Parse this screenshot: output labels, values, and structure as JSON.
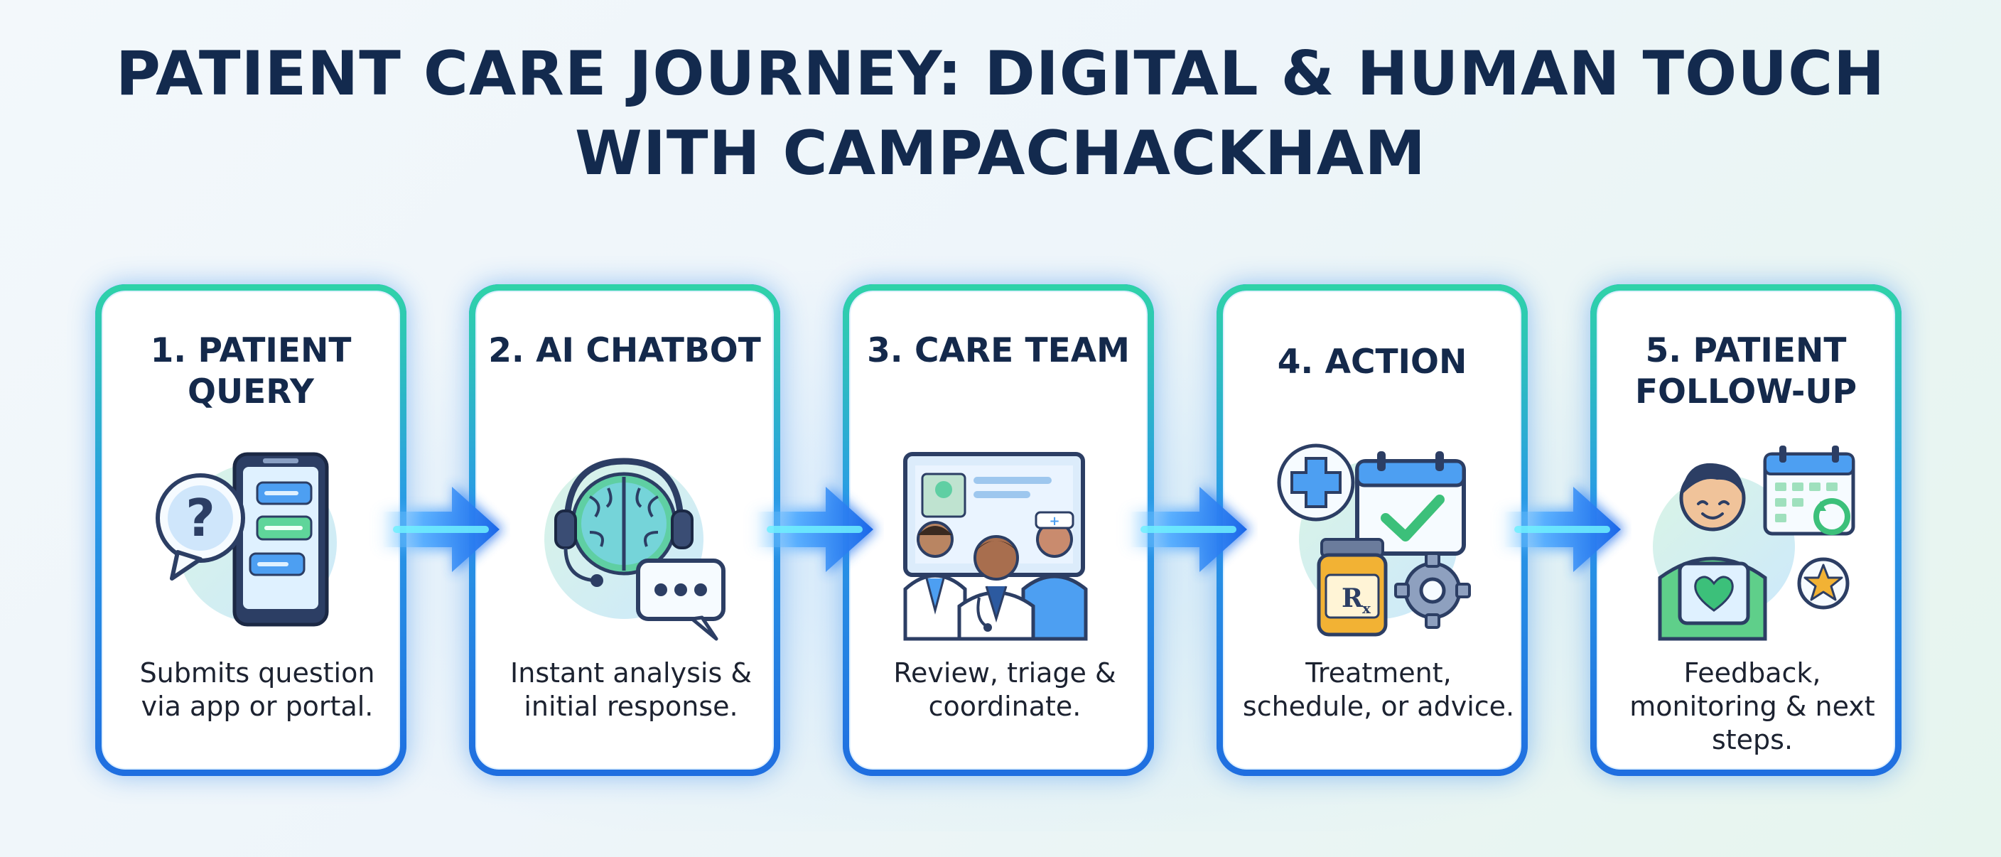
{
  "title": {
    "line1": "PATIENT CARE JOURNEY: DIGITAL & HUMAN TOUCH",
    "line2": "WITH CAMPACHACKHAM"
  },
  "steps": [
    {
      "title": "1. PATIENT QUERY",
      "description": "Submits question via app or portal.",
      "icon": "smartphone-question-chat-icon"
    },
    {
      "title": "2. AI CHATBOT",
      "description": "Instant analysis & initial response.",
      "icon": "brain-headset-chat-icon"
    },
    {
      "title": "3. CARE TEAM",
      "description": "Review, triage & coordinate.",
      "icon": "medical-team-monitor-icon"
    },
    {
      "title": "4. ACTION",
      "description": "Treatment, schedule, or advice.",
      "icon": "medical-cross-calendar-rx-gear-icon"
    },
    {
      "title": "5. PATIENT FOLLOW-UP",
      "description": "Feedback, monitoring & next steps.",
      "icon": "patient-tablet-calendar-star-icon"
    }
  ],
  "colors": {
    "title": "#132a4e",
    "card_border": "#2a7fe5",
    "card_border_top": "#2fd3a8",
    "arrow": "#1f74f0",
    "arrow_glow": "#5ee6ff"
  }
}
